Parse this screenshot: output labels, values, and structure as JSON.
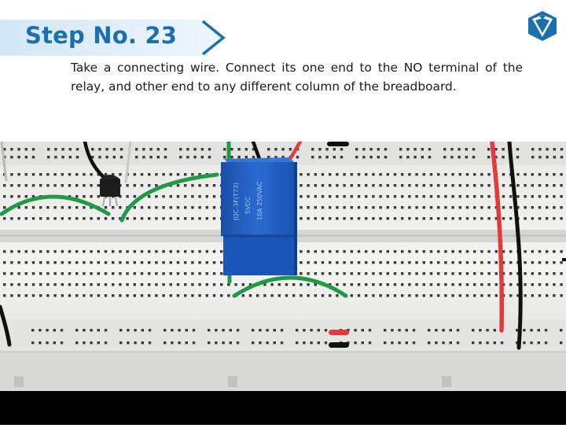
{
  "slide": {
    "step_title": "Step No. 23",
    "instruction": "Take a connecting wire. Connect its one end to the NO terminal of the relay, and other end to any different column of the breadboard."
  },
  "relay": {
    "label_lines": [
      "JQC-3F(T73)",
      "5VDC",
      "10A 250VAC"
    ]
  },
  "icons": {
    "logo": "shield-logo-icon",
    "banner_arrow": "chevron-right-icon"
  },
  "colors": {
    "title": "#1b6fae",
    "banner": "#dcecf8",
    "relay": "#1f5fc0",
    "wire_green": "#1f9a45",
    "wire_red": "#e23b3b",
    "wire_black": "#111111"
  }
}
